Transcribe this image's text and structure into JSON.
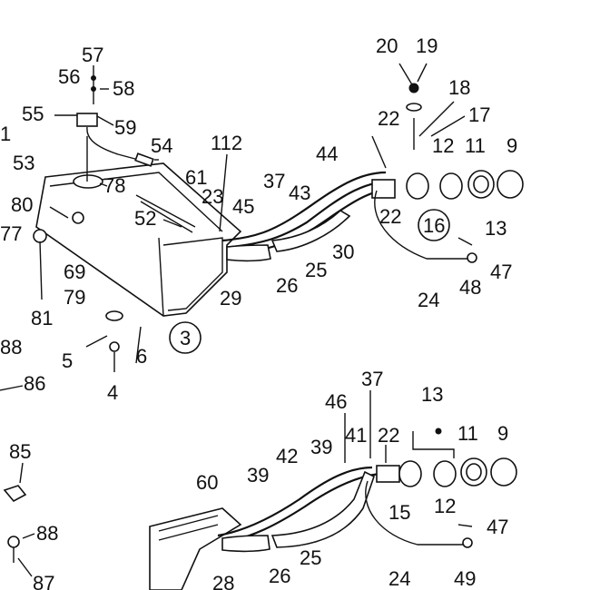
{
  "diagram": {
    "top_labels": [
      "57",
      "56",
      "58",
      "55",
      "59",
      "54",
      "112",
      "53",
      "61",
      "78",
      "23",
      "80",
      "52",
      "45",
      "77",
      "69",
      "79",
      "81",
      "3",
      "29",
      "88",
      "5",
      "6",
      "4",
      "86",
      "37",
      "44",
      "43",
      "26",
      "25",
      "30",
      "20",
      "19",
      "18",
      "22",
      "17",
      "12",
      "11",
      "9",
      "22",
      "16",
      "13",
      "47",
      "48",
      "24"
    ],
    "bottom_labels": [
      "85",
      "88",
      "87",
      "60",
      "39",
      "42",
      "39",
      "46",
      "37",
      "41",
      "22",
      "13",
      "11",
      "9",
      "15",
      "12",
      "47",
      "28",
      "26",
      "25",
      "24",
      "49"
    ],
    "circled": [
      "3",
      "16"
    ],
    "partial_left": "1"
  }
}
